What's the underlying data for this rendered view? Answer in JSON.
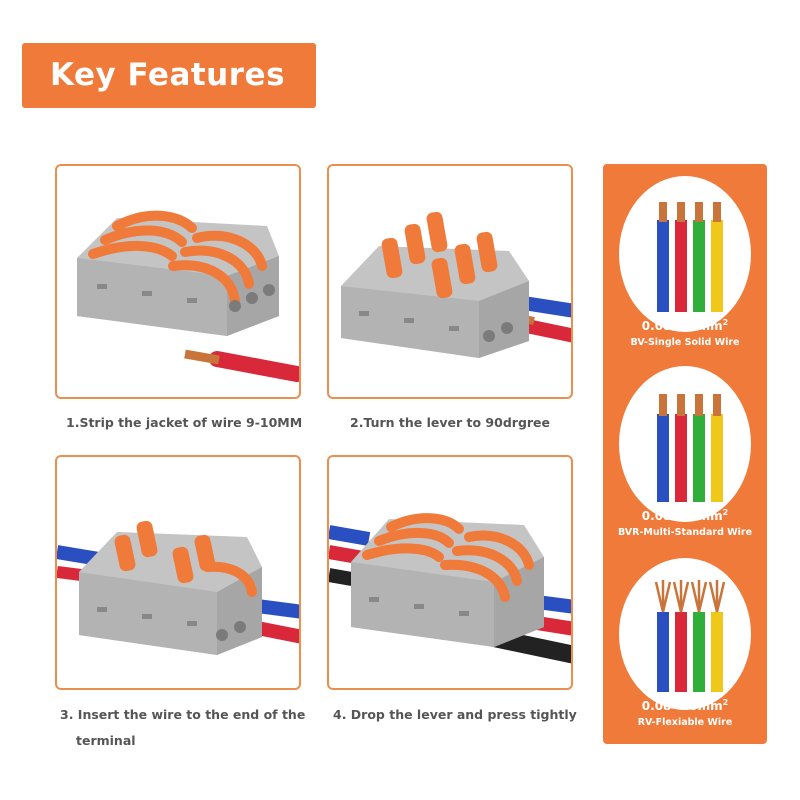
{
  "banner": {
    "title": "Key Features"
  },
  "steps": [
    {
      "caption": "1.Strip the jacket of wire 9-10MM"
    },
    {
      "caption": "2.Turn the lever to 90drgree"
    },
    {
      "caption_line1": "3. Insert the wire to the end of the",
      "caption_line2": "terminal"
    },
    {
      "caption": "4. Drop the lever and press tightly"
    }
  ],
  "wire_types": [
    {
      "spec": "0.08-4.0mm",
      "unit_sup": "2",
      "name": "BV-Single Solid Wire"
    },
    {
      "spec": "0.08-4.0mm",
      "unit_sup": "2",
      "name": "BVR-Multi-Standard Wire"
    },
    {
      "spec": "0.08-4.0mm",
      "unit_sup": "2",
      "name": "RV-Flexiable Wire"
    }
  ],
  "colors": {
    "accent": "#f07a3a",
    "card_border": "#e8904f",
    "connector_body": "#b9b9b9",
    "lever": "#f07a3a",
    "wire_blue": "#2a4fc0",
    "wire_red": "#d8283a",
    "wire_green": "#2fae3a",
    "wire_yellow": "#f0c81a",
    "copper": "#c8743a"
  }
}
